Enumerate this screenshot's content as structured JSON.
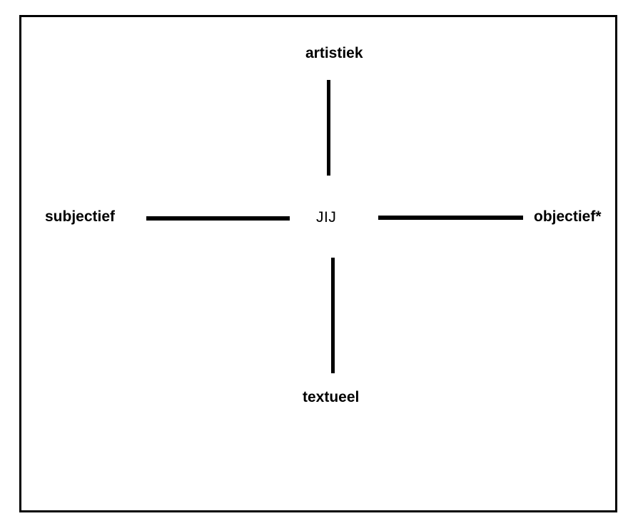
{
  "diagram": {
    "type": "two-axis-spectrum",
    "background_color": "#ffffff",
    "stroke_color": "#000000",
    "border_color": "#000000",
    "center": {
      "label": "JIJ",
      "bold": false
    },
    "axes": [
      {
        "name": "vertical",
        "positive_end_label": "artistiek",
        "negative_end_label": "textueel"
      },
      {
        "name": "horizontal",
        "positive_end_label": "objectief*",
        "negative_end_label": "subjectief"
      }
    ],
    "poles": {
      "top": "artistiek",
      "bottom": "textueel",
      "left": "subjectief",
      "right": "objectief*"
    }
  }
}
